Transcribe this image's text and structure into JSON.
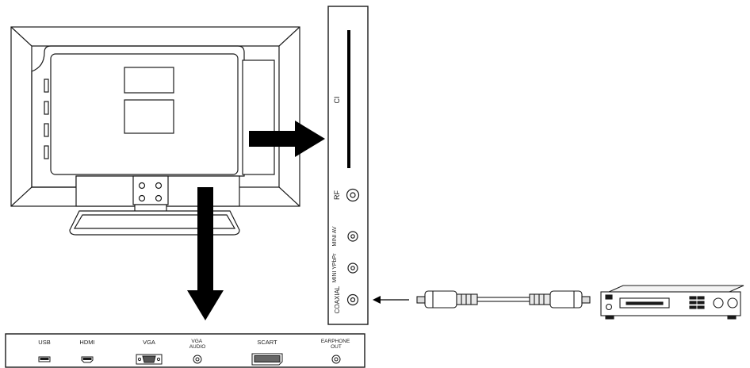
{
  "side_panel": {
    "labels": [
      "CI",
      "RF",
      "MINI AV",
      "MINI YPbPr",
      "COAXIAL"
    ]
  },
  "bottom_panel": {
    "labels": [
      "USB",
      "HDMI",
      "VGA",
      "VGA AUDIO",
      "SCART",
      "EARPHONE OUT"
    ]
  },
  "colors": {
    "line": "#1a1a1a",
    "fill_light": "#f2f2f2",
    "arrow": "#000000"
  }
}
